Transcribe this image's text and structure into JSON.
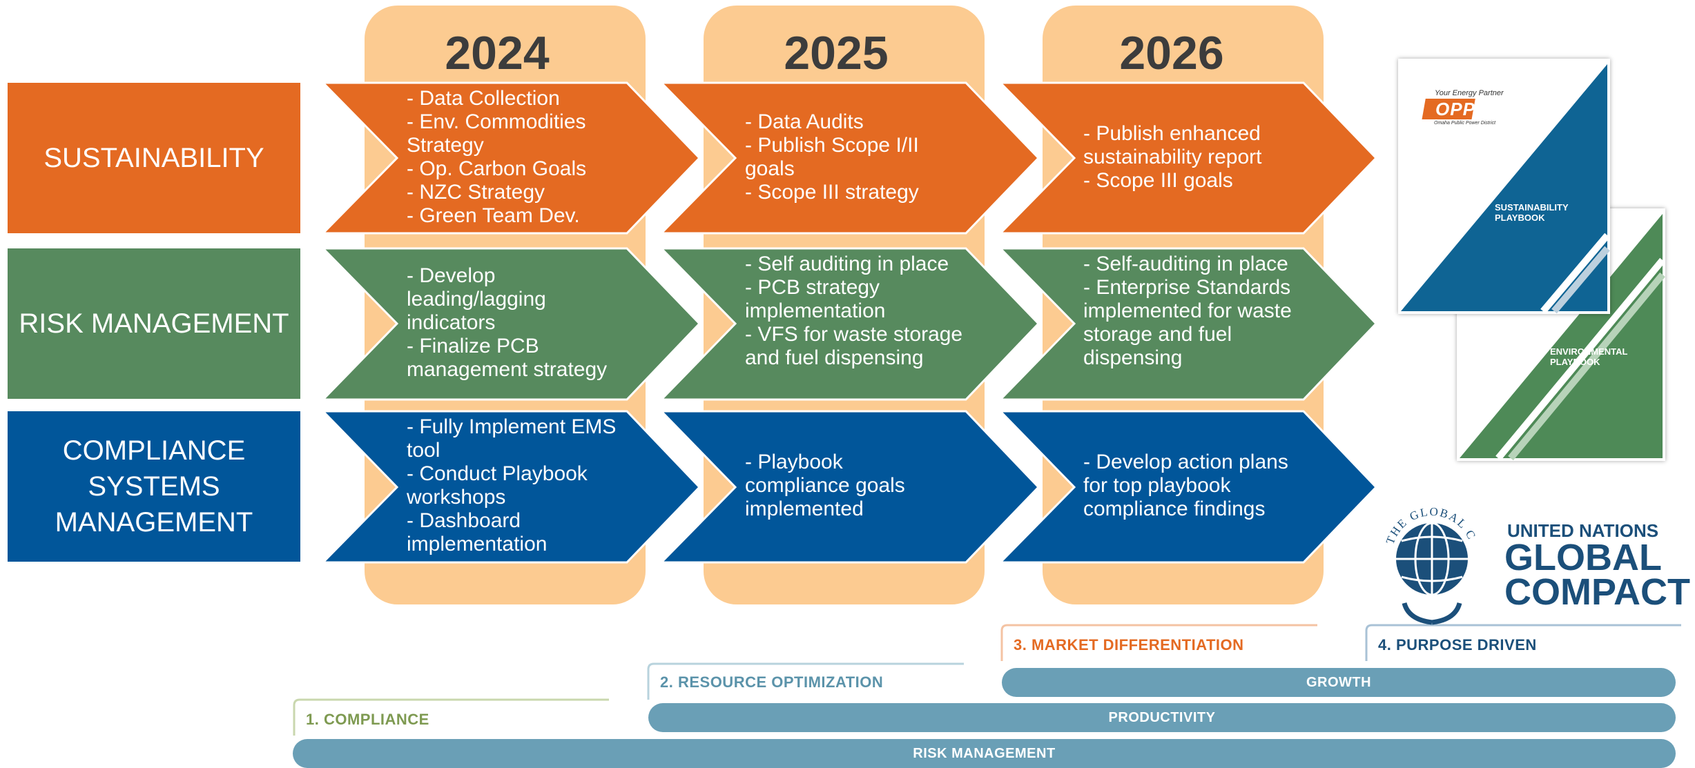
{
  "years": [
    "2024",
    "2025",
    "2026"
  ],
  "rows": [
    {
      "label": "SUSTAINABILITY",
      "color": "#e46a22",
      "cells": [
        "- Data Collection\n- Env. Commodities Strategy\n- Op. Carbon Goals\n- NZC Strategy\n- Green Team Dev.",
        "- Data Audits\n- Publish Scope I/II goals\n- Scope III strategy",
        "- Publish enhanced sustainability report\n- Scope III goals"
      ]
    },
    {
      "label": "RISK MANAGEMENT",
      "color": "#578a5e",
      "cells": [
        "- Develop leading/lagging indicators\n- Finalize PCB management strategy",
        "- Self auditing in place\n- PCB strategy implementation\n- VFS for waste storage and fuel dispensing",
        "- Self-auditing in place\n- Enterprise Standards implemented for waste storage and fuel dispensing"
      ]
    },
    {
      "label": "COMPLIANCE SYSTEMS MANAGEMENT",
      "color": "#01569a",
      "cells": [
        "- Fully Implement EMS tool\n- Conduct Playbook workshops\n- Dashboard implementation",
        "- Playbook compliance goals implemented",
        "- Develop action plans for top playbook compliance findings"
      ]
    }
  ],
  "colors": {
    "year_column": "#fccb91",
    "bar": "#6a9fb6",
    "stage_green": "#7e9a51",
    "stage_teal": "#5b93aa",
    "stage_orange": "#e46a22",
    "stage_navy": "#1b4f7a",
    "playbook_blue": "#0f6494",
    "playbook_green": "#4e8a57"
  },
  "playbooks": [
    {
      "title": "SUSTAINABILITY PLAYBOOK",
      "tagline": "Your Energy Partner",
      "logo": "OPPD",
      "subtitle": "Omaha Public Power District"
    },
    {
      "title": "ENVIRONMENTAL PLAYBOOK"
    }
  ],
  "un_logo": {
    "ring_text": "THE GLOBAL COMPACT",
    "line1": "UNITED NATIONS",
    "line2": "GLOBAL",
    "line3": "COMPACT"
  },
  "stages": [
    "1. COMPLIANCE",
    "2. RESOURCE OPTIMIZATION",
    "3. MARKET DIFFERENTIATION",
    "4. PURPOSE DRIVEN"
  ],
  "bars": [
    "GROWTH",
    "PRODUCTIVITY",
    "RISK MANAGEMENT"
  ]
}
